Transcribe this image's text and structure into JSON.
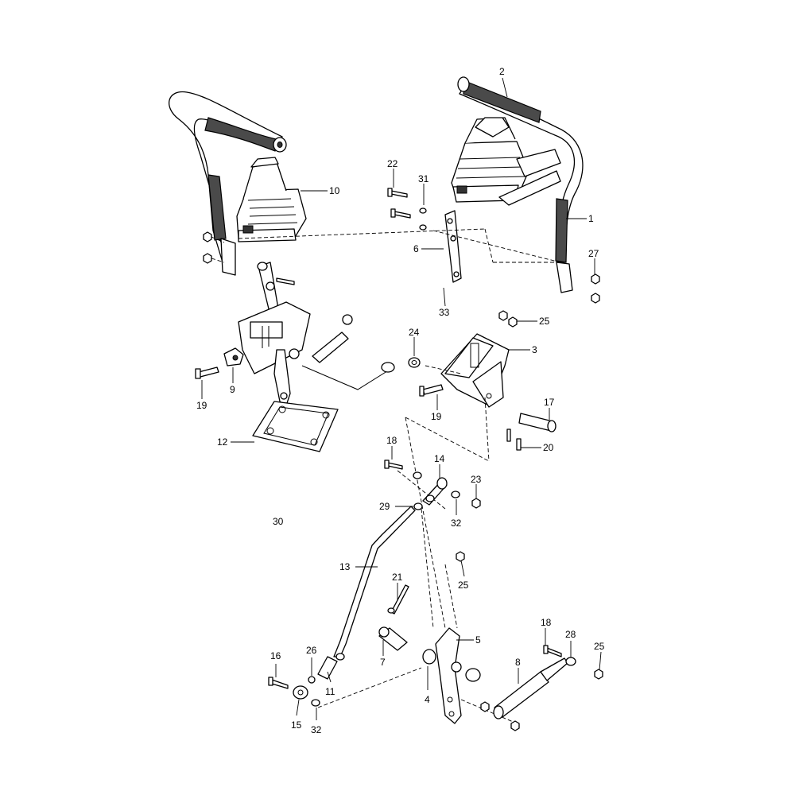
{
  "callouts": [
    {
      "id": "c2",
      "label": "2"
    },
    {
      "id": "c1",
      "label": "1"
    },
    {
      "id": "c10",
      "label": "10"
    },
    {
      "id": "c22",
      "label": "22"
    },
    {
      "id": "c31",
      "label": "31"
    },
    {
      "id": "c6",
      "label": "6"
    },
    {
      "id": "c27",
      "label": "27"
    },
    {
      "id": "c33",
      "label": "33"
    },
    {
      "id": "c25a",
      "label": "25"
    },
    {
      "id": "c24",
      "label": "24"
    },
    {
      "id": "c3",
      "label": "3"
    },
    {
      "id": "c19a",
      "label": "19"
    },
    {
      "id": "c9",
      "label": "9"
    },
    {
      "id": "c19b",
      "label": "19"
    },
    {
      "id": "c17",
      "label": "17"
    },
    {
      "id": "c20",
      "label": "20"
    },
    {
      "id": "c12",
      "label": "12"
    },
    {
      "id": "c18a",
      "label": "18"
    },
    {
      "id": "c14",
      "label": "14"
    },
    {
      "id": "c23",
      "label": "23"
    },
    {
      "id": "c29",
      "label": "29"
    },
    {
      "id": "c32a",
      "label": "32"
    },
    {
      "id": "c30",
      "label": "30"
    },
    {
      "id": "c13",
      "label": "13"
    },
    {
      "id": "c21",
      "label": "21"
    },
    {
      "id": "c25b",
      "label": "25"
    },
    {
      "id": "c5",
      "label": "5"
    },
    {
      "id": "c18b",
      "label": "18"
    },
    {
      "id": "c28",
      "label": "28"
    },
    {
      "id": "c25c",
      "label": "25"
    },
    {
      "id": "c16",
      "label": "16"
    },
    {
      "id": "c26",
      "label": "26"
    },
    {
      "id": "c7",
      "label": "7"
    },
    {
      "id": "c8",
      "label": "8"
    },
    {
      "id": "c11",
      "label": "11"
    },
    {
      "id": "c4",
      "label": "4"
    },
    {
      "id": "c15",
      "label": "15"
    },
    {
      "id": "c32b",
      "label": "32"
    }
  ]
}
